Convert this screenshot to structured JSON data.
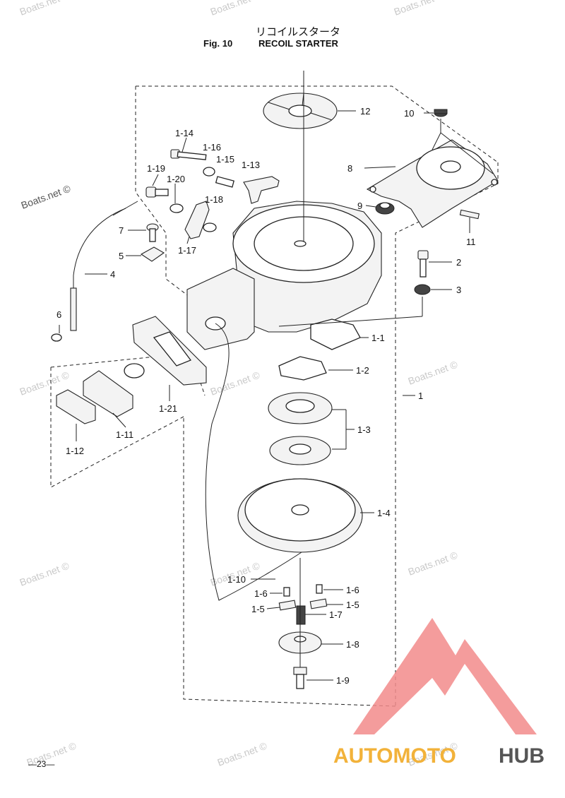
{
  "header": {
    "title_jp": "リコイルスタータ",
    "fig_label": "Fig. 10",
    "title_en": "RECOIL STARTER"
  },
  "watermark": {
    "text": "Boats.net ©",
    "side_text": "Boats.net ©"
  },
  "page_number": "—23—",
  "brand": {
    "part_a": "AUTOMOTO",
    "part_b": "HUB",
    "accent_color": "#f2b23a",
    "logo_color": "#f28b8b"
  },
  "callouts": [
    "1-14",
    "1-16",
    "1-15",
    "1-13",
    "1-19",
    "1-20",
    "1-18",
    "7",
    "5",
    "1-17",
    "4",
    "6",
    "12",
    "10",
    "8",
    "9",
    "11",
    "2",
    "3",
    "1-1",
    "1-2",
    "1",
    "1-3",
    "1-4",
    "1-21",
    "1-11",
    "1-12",
    "1-10",
    "1-6",
    "1-6",
    "1-5",
    "1-5",
    "1-7",
    "1-8",
    "1-9"
  ]
}
